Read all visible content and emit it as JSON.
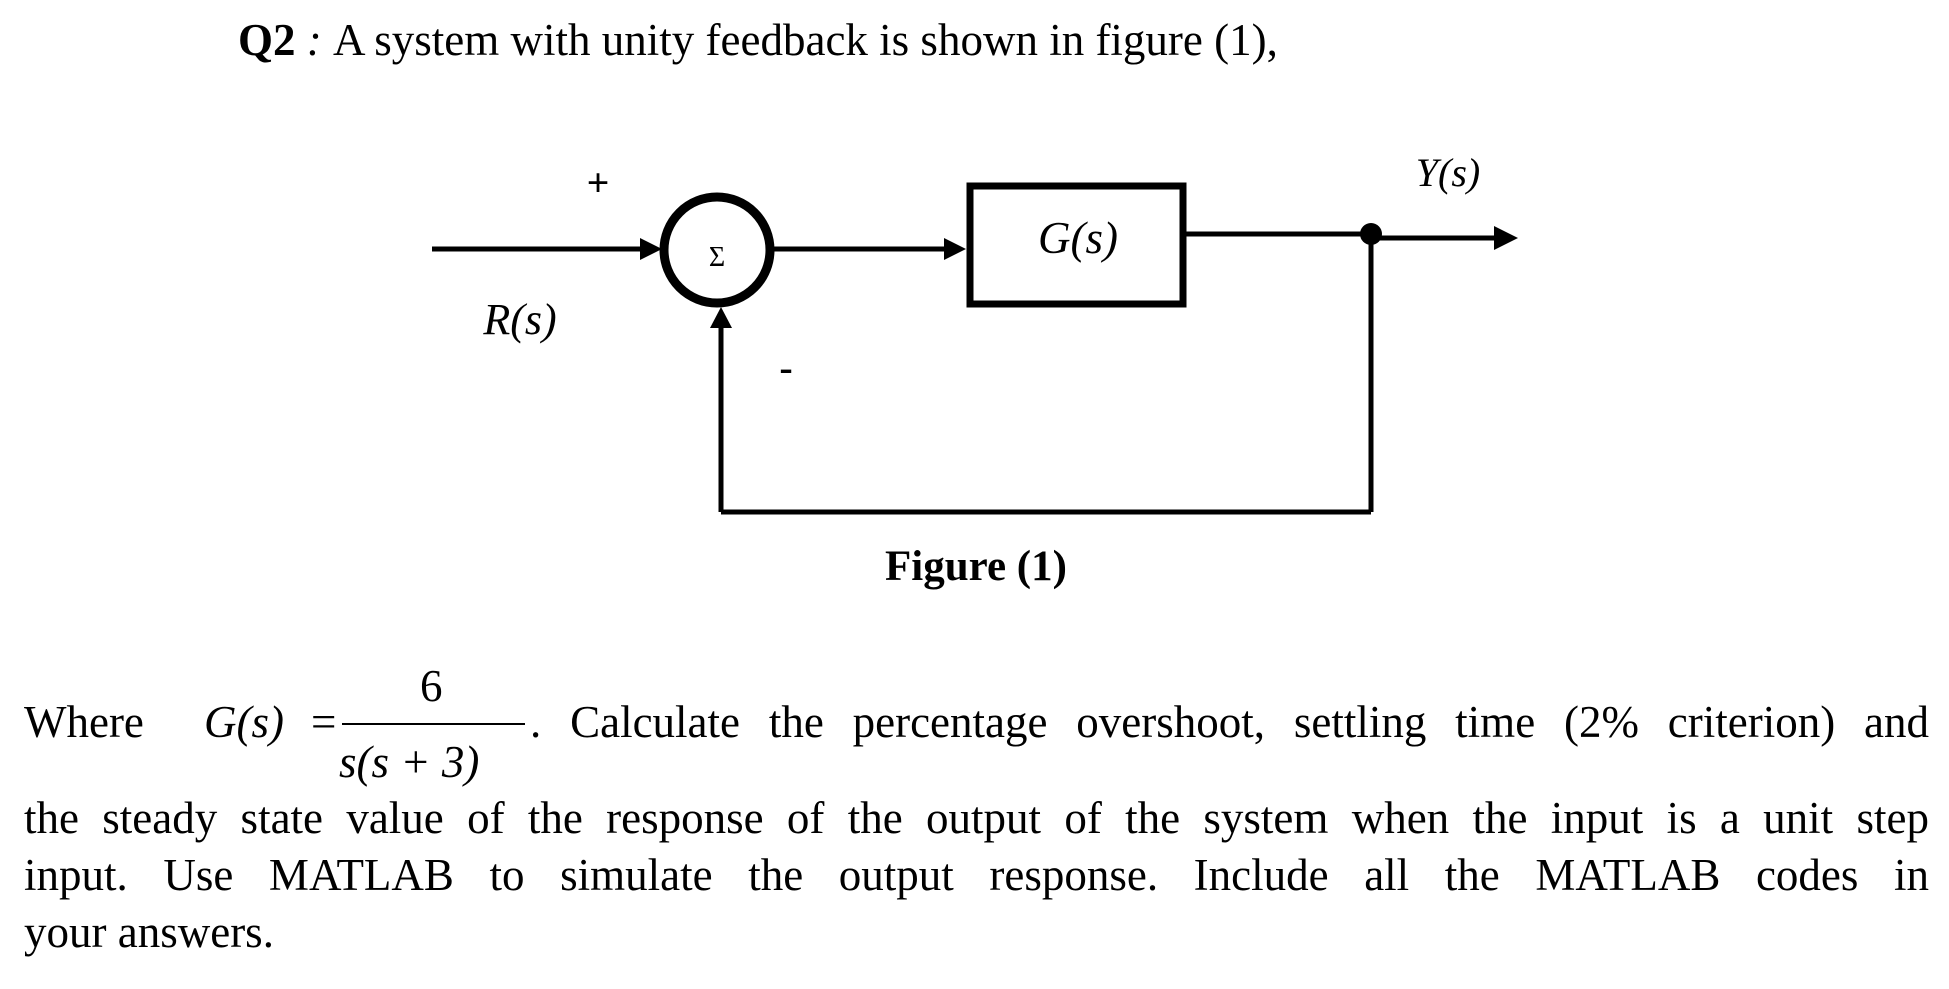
{
  "question": {
    "label": "Q2",
    "colon": " : ",
    "text": "A system with unity feedback is shown in figure (1),"
  },
  "diagram": {
    "input_label": "R(s)",
    "output_label": "Y(s)",
    "plus_sign": "+",
    "minus_sign": "-",
    "summing_symbol": "Σ",
    "block_label": "G(s)",
    "caption": "Figure (1)"
  },
  "equation": {
    "where": "Where",
    "lhs": "G(s)",
    "equals": "=",
    "numerator": "6",
    "denominator": "s(s + 3)",
    "after": ". Calculate the percentage overshoot, settling time (2% criterion) and"
  },
  "paragraph": {
    "line1": "the steady state value of the response of the output of the system when the input is a unit step",
    "line2": "input.  Use MATLAB to simulate the output response. Include all the MATLAB codes in",
    "line3": "your answers."
  }
}
